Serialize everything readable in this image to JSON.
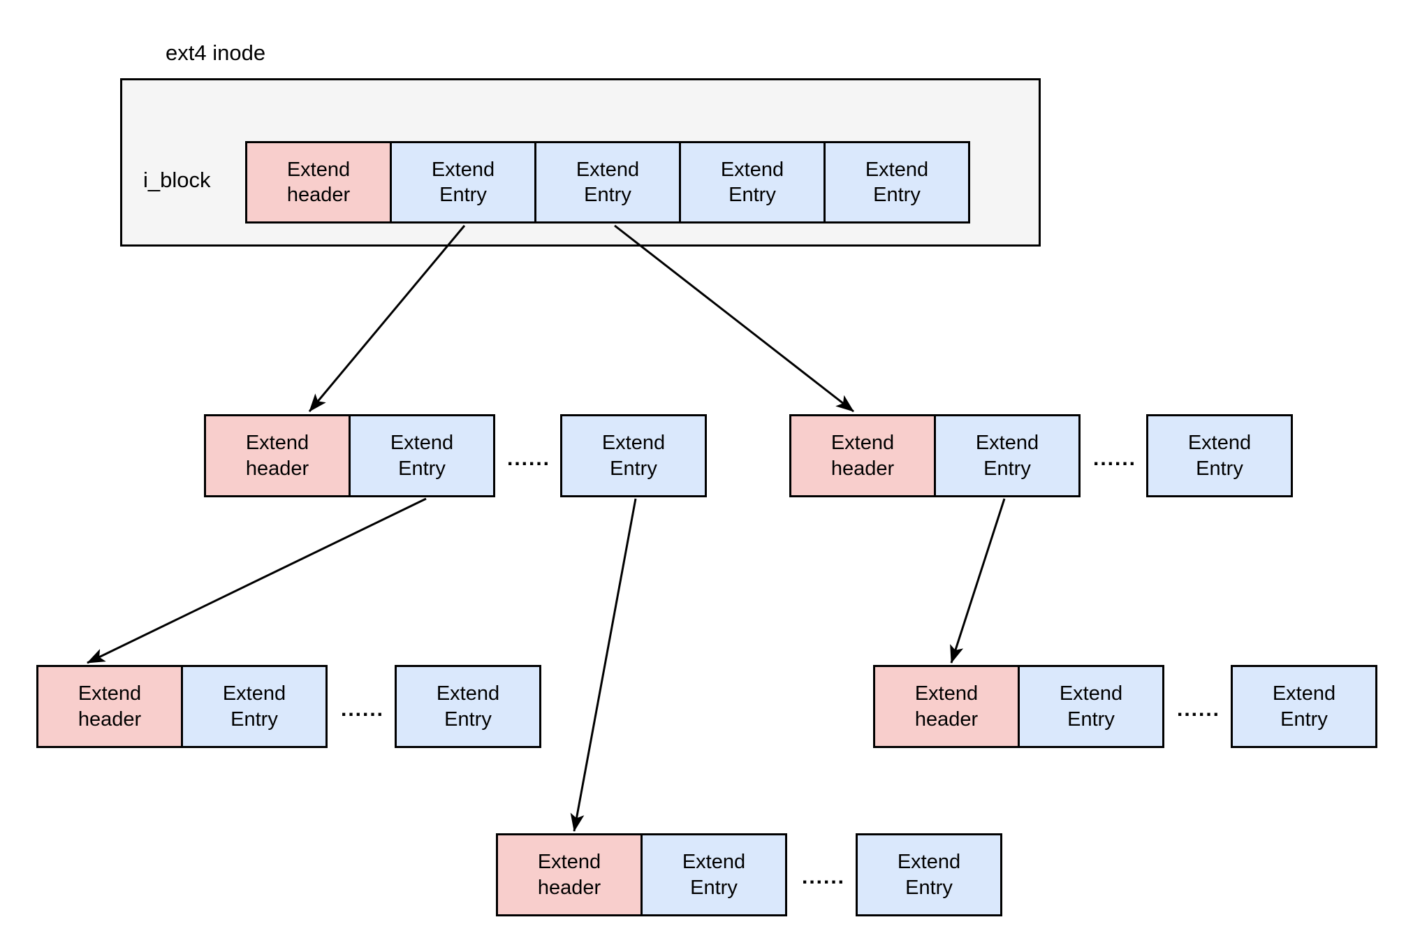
{
  "colors": {
    "header_fill": "#f8cecc",
    "entry_fill": "#dae8fc",
    "inode_fill": "#f5f5f5",
    "stroke": "#000000",
    "background": "#ffffff"
  },
  "inode": {
    "title": "ext4 inode",
    "field_label": "i_block",
    "cells": [
      {
        "label": "Extend header"
      },
      {
        "label": "Extend Entry"
      },
      {
        "label": "Extend Entry"
      },
      {
        "label": "Extend Entry"
      },
      {
        "label": "Extend Entry"
      }
    ]
  },
  "nodes": {
    "mid_left": {
      "header": "Extend header",
      "entry": "Extend Entry",
      "ellipsis": "......",
      "tail_entry": "Extend Entry"
    },
    "mid_right": {
      "header": "Extend header",
      "entry": "Extend Entry",
      "ellipsis": "......",
      "tail_entry": "Extend Entry"
    },
    "bottom_left": {
      "header": "Extend header",
      "entry": "Extend Entry",
      "ellipsis": "......",
      "tail_entry": "Extend Entry"
    },
    "bottom_right": {
      "header": "Extend header",
      "entry": "Extend Entry",
      "ellipsis": "......",
      "tail_entry": "Extend Entry"
    },
    "bottom_center": {
      "header": "Extend header",
      "entry": "Extend Entry",
      "ellipsis": "......",
      "tail_entry": "Extend Entry"
    }
  }
}
